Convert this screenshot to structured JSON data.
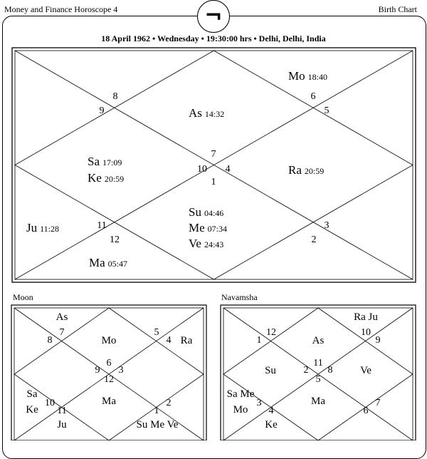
{
  "header": {
    "left_title": "Money and Finance Horoscope 4",
    "right_title": "Birth Chart",
    "logo_glyph": "¬"
  },
  "birth_details": "18 April 1962 • Wednesday • 19:30:00 hrs • Delhi, Delhi, India",
  "main_chart": {
    "houses": [
      {
        "house": "7"
      },
      {
        "house": "8"
      },
      {
        "house": "9"
      },
      {
        "house": "10"
      },
      {
        "house": "4"
      },
      {
        "house": "1"
      },
      {
        "house": "6"
      },
      {
        "house": "5"
      },
      {
        "house": "11"
      },
      {
        "house": "12"
      },
      {
        "house": "3"
      },
      {
        "house": "2"
      }
    ],
    "planets": [
      {
        "name": "As",
        "degree": "14:32"
      },
      {
        "name": "Mo",
        "degree": "18:40"
      },
      {
        "name": "Sa",
        "degree": "17:09"
      },
      {
        "name": "Ke",
        "degree": "20:59"
      },
      {
        "name": "Ra",
        "degree": "20:59"
      },
      {
        "name": "Ju",
        "degree": "11:28"
      },
      {
        "name": "Su",
        "degree": "04:46"
      },
      {
        "name": "Me",
        "degree": "07:34"
      },
      {
        "name": "Ve",
        "degree": "24:43"
      },
      {
        "name": "Ma",
        "degree": "05:47"
      }
    ]
  },
  "moon_chart": {
    "label": "Moon",
    "houses": [
      "7",
      "8",
      "5",
      "4",
      "6",
      "9",
      "3",
      "12",
      "2",
      "1",
      "10",
      "11"
    ],
    "planets": [
      "As",
      "Mo",
      "Ra",
      "Ma",
      "Sa",
      "Ke",
      "Ju",
      "Su Me Ve"
    ]
  },
  "navamsha_chart": {
    "label": "Navamsha",
    "houses": [
      "12",
      "1",
      "10",
      "9",
      "11",
      "2",
      "8",
      "5",
      "7",
      "6",
      "3",
      "4"
    ],
    "planets": [
      "Ra Ju",
      "As",
      "Su",
      "Ve",
      "Ma",
      "Sa Me",
      "Mo",
      "Ke"
    ]
  }
}
